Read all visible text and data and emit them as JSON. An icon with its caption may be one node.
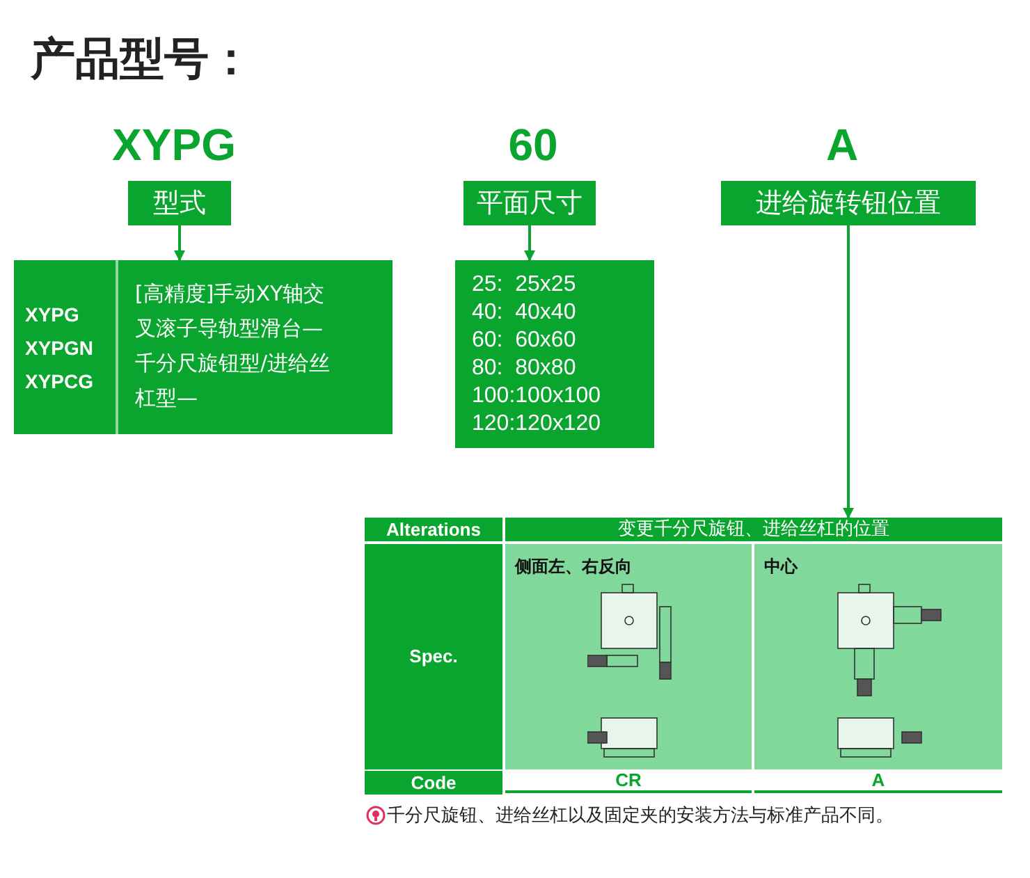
{
  "diagram": {
    "title": "产品型号：",
    "nodes": [
      {
        "text": [
          "型式"
        ]
      },
      {
        "text": [
          "XYPG XYPGN XYPCG",
          "[高精度]手动XY轴交叉滚子导轨型滑台—千分尺旋钮型/进给丝杠型—"
        ]
      },
      {
        "text": [
          "平面尺寸"
        ]
      },
      {
        "text": [
          "25:  25x25",
          "40:  40x40",
          "60:  60x60",
          "80:  80x80",
          "100:100x100",
          "120:120x120"
        ]
      },
      {
        "text": [
          "进给旋转钮位置"
        ]
      },
      {
        "text": [],
        "shape": "box"
      }
    ],
    "edges": [
      {
        "from": 0,
        "to": 1,
        "arrow": "to"
      },
      {
        "from": 2,
        "to": 3,
        "arrow": "to"
      },
      {
        "from": 4,
        "to": 5,
        "arrow": "to"
      }
    ],
    "labels": [
      "XYPG",
      "60",
      "A",
      "Alterations",
      "变更千分尺旋钮、进给丝杠的位置",
      "Spec.",
      "侧面左、右反向",
      "中心",
      "Code",
      "CR",
      "A",
      "千分尺旋钮、进给丝杠以及固定夹的安装方法与标准产品不同。"
    ]
  }
}
